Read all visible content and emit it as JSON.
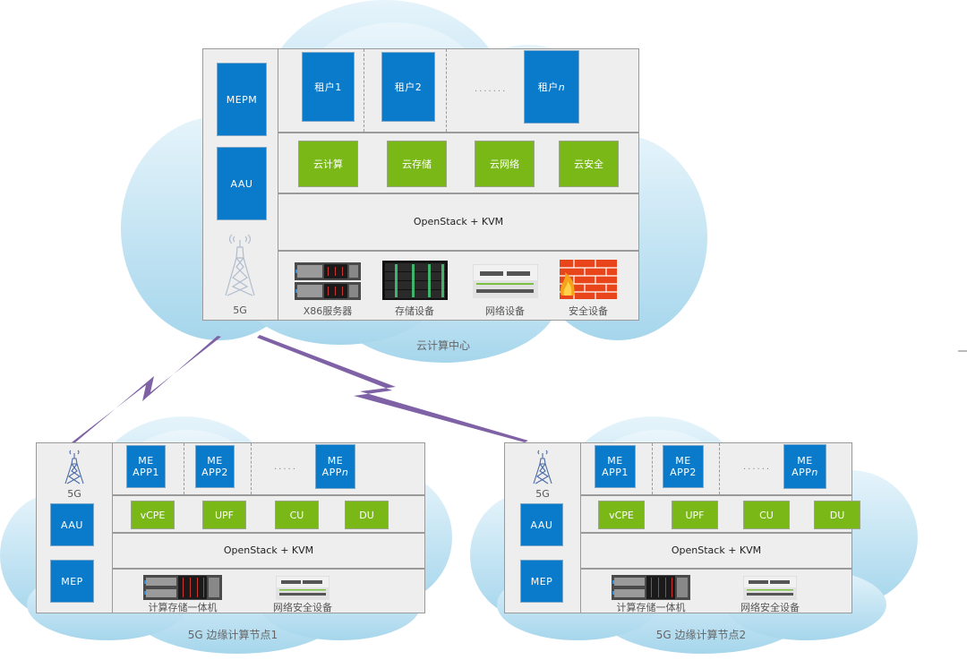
{
  "colors": {
    "cloud": "#a9d8ee",
    "cloud_light": "#e4f3fa",
    "blue_box": "#0a7bcb",
    "green_box": "#7ab817",
    "panel_bg": "#eeeeee",
    "link": "#7f62a5"
  },
  "center": {
    "caption": "云计算中心",
    "left_column": {
      "mepm": "MEPM",
      "aau": "AAU",
      "tower_label": "5G",
      "tower_icon": "antenna-tower-icon"
    },
    "tenants": [
      {
        "label": "租户1"
      },
      {
        "label": "租户2"
      },
      {
        "label": "租户",
        "suffix": "n"
      }
    ],
    "tenant_ellipsis": ".......",
    "cloud_services": [
      "云计算",
      "云存储",
      "云网络",
      "云安全"
    ],
    "virtualization": "OpenStack + KVM",
    "hardware": [
      {
        "label": "X86服务器",
        "icon": "server-icon"
      },
      {
        "label": "存储设备",
        "icon": "storage-array-icon"
      },
      {
        "label": "网络设备",
        "icon": "network-switch-icon"
      },
      {
        "label": "安全设备",
        "icon": "firewall-icon"
      }
    ]
  },
  "edge_nodes": [
    {
      "caption": "5G 边缘计算节点1",
      "tower_label": "5G",
      "aau": "AAU",
      "mep": "MEP",
      "apps": [
        {
          "line1": "ME",
          "line2": "APP1"
        },
        {
          "line1": "ME",
          "line2": "APP2"
        },
        {
          "line1": "ME",
          "line2": "APP",
          "suffix": "n"
        }
      ],
      "app_ellipsis": ".....",
      "functions": [
        "vCPE",
        "UPF",
        "CU",
        "DU"
      ],
      "virtualization": "OpenStack + KVM",
      "hardware": [
        {
          "label": "计算存储一体机",
          "icon": "server-icon"
        },
        {
          "label": "网络安全设备",
          "icon": "network-switch-icon"
        }
      ]
    },
    {
      "caption": "5G 边缘计算节点2",
      "tower_label": "5G",
      "aau": "AAU",
      "mep": "MEP",
      "apps": [
        {
          "line1": "ME",
          "line2": "APP1"
        },
        {
          "line1": "ME",
          "line2": "APP2"
        },
        {
          "line1": "ME",
          "line2": "APP",
          "suffix": "n"
        }
      ],
      "app_ellipsis": "......",
      "functions": [
        "vCPE",
        "UPF",
        "CU",
        "DU"
      ],
      "virtualization": "OpenStack + KVM",
      "hardware": [
        {
          "label": "计算存储一体机",
          "icon": "server-icon"
        },
        {
          "label": "网络安全设备",
          "icon": "network-switch-icon"
        }
      ]
    }
  ]
}
